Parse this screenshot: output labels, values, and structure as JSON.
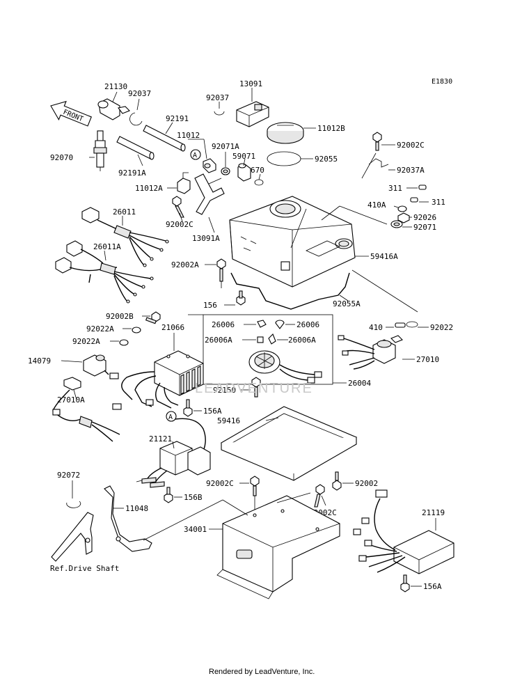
{
  "diagram_code": "E1830",
  "front_label": "FRONT",
  "callout_letter": "A",
  "watermark": "LEADVENTURE",
  "footer": "Rendered by LeadVenture, Inc.",
  "labels": {
    "p21130": "21130",
    "p92037_a": "92037",
    "p92037_b": "92037",
    "p13091": "13091",
    "p92191": "92191",
    "p11012": "11012",
    "p11012B": "11012B",
    "p92070": "92070",
    "p92191A": "92191A",
    "p92071A": "92071A",
    "p59071": "59071",
    "p92055": "92055",
    "p92002C_a": "92002C",
    "p92037A": "92037A",
    "p11012A": "11012A",
    "p670": "670",
    "p311_a": "311",
    "p311_b": "311",
    "p410A": "410A",
    "p92026": "92026",
    "p92071": "92071",
    "p26011": "26011",
    "p92002C_b": "92002C",
    "p13091A": "13091A",
    "p26011A": "26011A",
    "p59416A": "59416A",
    "p92002A": "92002A",
    "p92055A": "92055A",
    "p156": "156",
    "p92002B": "92002B",
    "p26006_a": "26006",
    "p26006_b": "26006",
    "p410": "410",
    "p92022": "92022",
    "p92022A_a": "92022A",
    "p21066": "21066",
    "p26006A_a": "26006A",
    "p26006A_b": "26006A",
    "p92022A_b": "92022A",
    "p14079": "14079",
    "p27010": "27010",
    "p26004": "26004",
    "p92150": "92150",
    "p27010A": "27010A",
    "p156A_a": "156A",
    "p59416": "59416",
    "p21121": "21121",
    "p92072": "92072",
    "p92002C_c": "92002C",
    "p92002": "92002",
    "p156B": "156B",
    "p11048": "11048",
    "p92002C_d": "92002C",
    "p21119": "21119",
    "p34001": "34001",
    "p_drive": "Ref.Drive Shaft",
    "p156A_b": "156A"
  }
}
